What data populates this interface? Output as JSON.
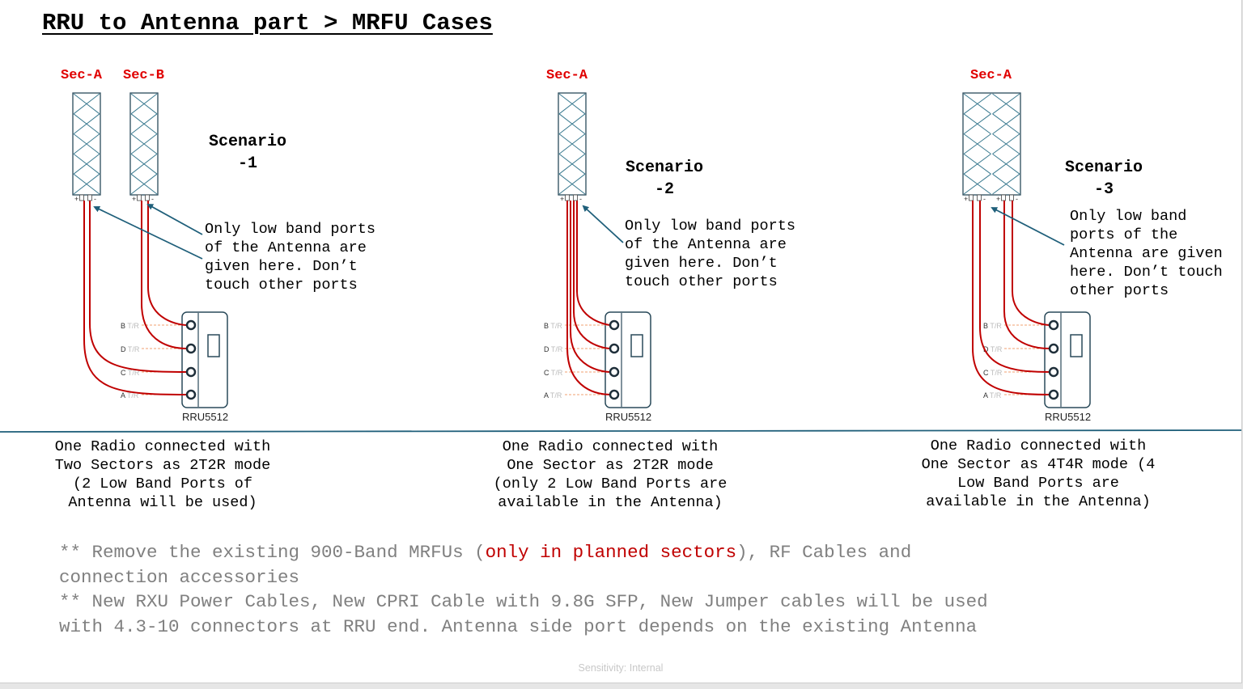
{
  "title": "RRU to Antenna part > MRFU Cases",
  "colors": {
    "accent_line": "#1f5f7a",
    "cable": "#c00000",
    "label_red": "#e00000",
    "note_gray": "#808080"
  },
  "scenarios": [
    {
      "sectors": [
        "Sec-A",
        "Sec-B"
      ],
      "label_line1": "Scenario",
      "label_line2": "-1",
      "callout": [
        "Only low band ports",
        "of the Antenna are",
        "given here. Don’t",
        "touch other ports"
      ],
      "rru_model": "RRU5512",
      "ports": [
        "B",
        "D",
        "C",
        "A"
      ],
      "port_suffix": "T/R",
      "caption": [
        "One Radio connected with",
        "Two Sectors as 2T2R mode",
        "(2 Low Band Ports of",
        "Antenna will be used)"
      ]
    },
    {
      "sectors": [
        "Sec-A"
      ],
      "label_line1": "Scenario",
      "label_line2": "-2",
      "callout": [
        "Only low band ports",
        "of the Antenna are",
        "given here. Don’t",
        "touch other ports"
      ],
      "rru_model": "RRU5512",
      "ports": [
        "B",
        "D",
        "C",
        "A"
      ],
      "port_suffix": "T/R",
      "caption": [
        "One Radio connected with",
        "One Sector as 2T2R mode",
        "(only 2 Low Band Ports are",
        "available in the Antenna)"
      ]
    },
    {
      "sectors": [
        "Sec-A"
      ],
      "label_line1": "Scenario",
      "label_line2": "-3",
      "callout": [
        "Only low band",
        "ports of the",
        "Antenna are given",
        "here. Don’t touch",
        "other ports"
      ],
      "rru_model": "RRU5512",
      "ports": [
        "B",
        "D",
        "C",
        "A"
      ],
      "port_suffix": "T/R",
      "caption": [
        "One Radio connected with",
        "One Sector as 4T4R mode (4",
        "Low Band Ports are",
        "available in the Antenna)"
      ]
    }
  ],
  "notes": {
    "n1_pre": "** Remove the existing 900-Band MRFUs (",
    "n1_red": "only in planned sectors",
    "n1_post": "), RF Cables and connection accessories",
    "n2": "** New RXU Power Cables, New CPRI Cable with 9.8G SFP, New Jumper cables will be used with 4.3-10 connectors at RRU end. Antenna side port depends on the existing Antenna"
  },
  "footer": "Sensitivity: Internal"
}
